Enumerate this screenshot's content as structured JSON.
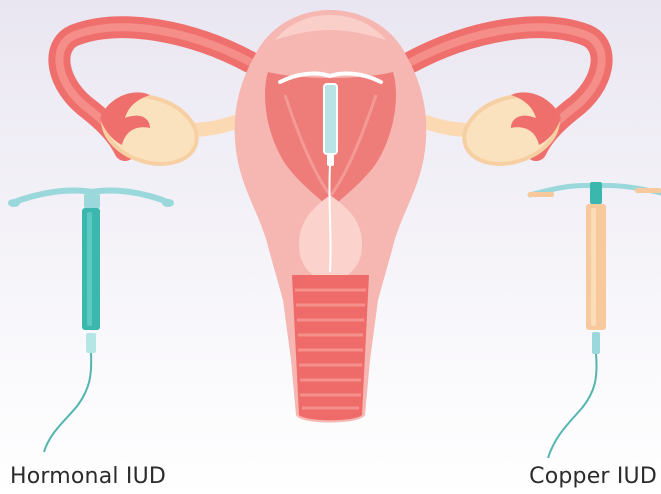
{
  "labels": {
    "hormonal": "Hormonal IUD",
    "copper": "Copper IUD"
  },
  "colors": {
    "background_top": "#e9e6f1",
    "uterus_outer": "#f6b6b1",
    "uterus_inner": "#ee7d7a",
    "tube": "#ef6f6d",
    "ovary": "#fbe2bf",
    "hormonal_arms": "#9ad8db",
    "hormonal_stem": "#3bb7ad",
    "copper_stem": "#f7c99c",
    "string": "#54b5b0",
    "label_text": "#2b2b2b"
  },
  "icons": [
    "uterus-illustration",
    "hormonal-iud-icon",
    "copper-iud-icon"
  ]
}
